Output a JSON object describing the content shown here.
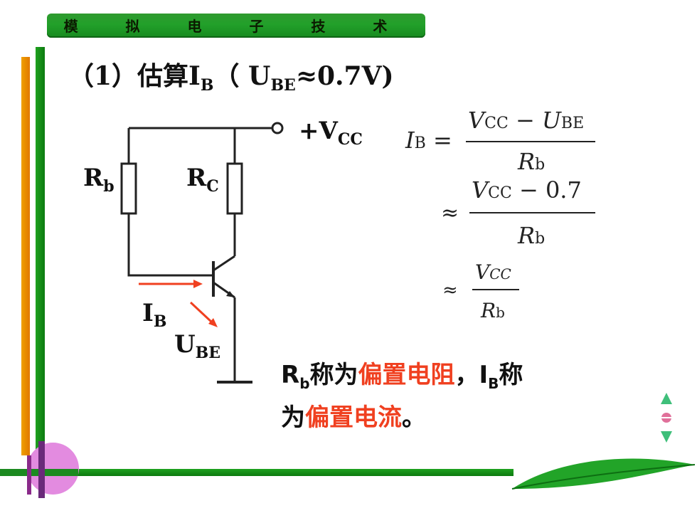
{
  "header": {
    "title": "模 拟 电 子 技 术"
  },
  "heading": {
    "prefix": "（1）估算I",
    "prefix_sub": "B",
    "paren_open": "（ U",
    "cond_sub": "BE",
    "cond_rest": "≈0.7V)"
  },
  "circuit": {
    "rb": "R",
    "rb_sub": "b",
    "rc": "R",
    "rc_sub": "C",
    "vcc": "+V",
    "vcc_sub": "CC",
    "ib": "I",
    "ib_sub": "B",
    "ube": "U",
    "ube_sub": "BE"
  },
  "formulas": {
    "line1_lhs": "I",
    "line1_lhs_sub": "B",
    "eq": "=",
    "line1_num": "V",
    "line1_num_sub": "CC",
    "minus": "−",
    "line1_num2": "U",
    "line1_num2_sub": "BE",
    "line1_den": "R",
    "line1_den_sub": "b",
    "approx": "≈",
    "line2_num": "V",
    "line2_num_sub": "CC",
    "line2_num_rest": "− 0.7",
    "line2_den": "R",
    "line2_den_sub": "b",
    "line3_num": "V",
    "line3_num_sub": "CC",
    "line3_den": "R",
    "line3_den_sub": "b"
  },
  "note": {
    "p1": "R",
    "p1_sub": "b",
    "p2": "称为",
    "hl1": "偏置电阻",
    "p3": "，I",
    "p3_sub": "B",
    "p4": "称",
    "p5": "为",
    "hl2": "偏置电流",
    "p6": "。"
  },
  "colors": {
    "accent_green": "#1fa21f",
    "accent_orange": "#e88a00",
    "highlight": "#f04020",
    "circle": "#e38be0"
  },
  "icons": [
    "nav-up-icon",
    "nav-home-icon",
    "nav-down-icon"
  ]
}
